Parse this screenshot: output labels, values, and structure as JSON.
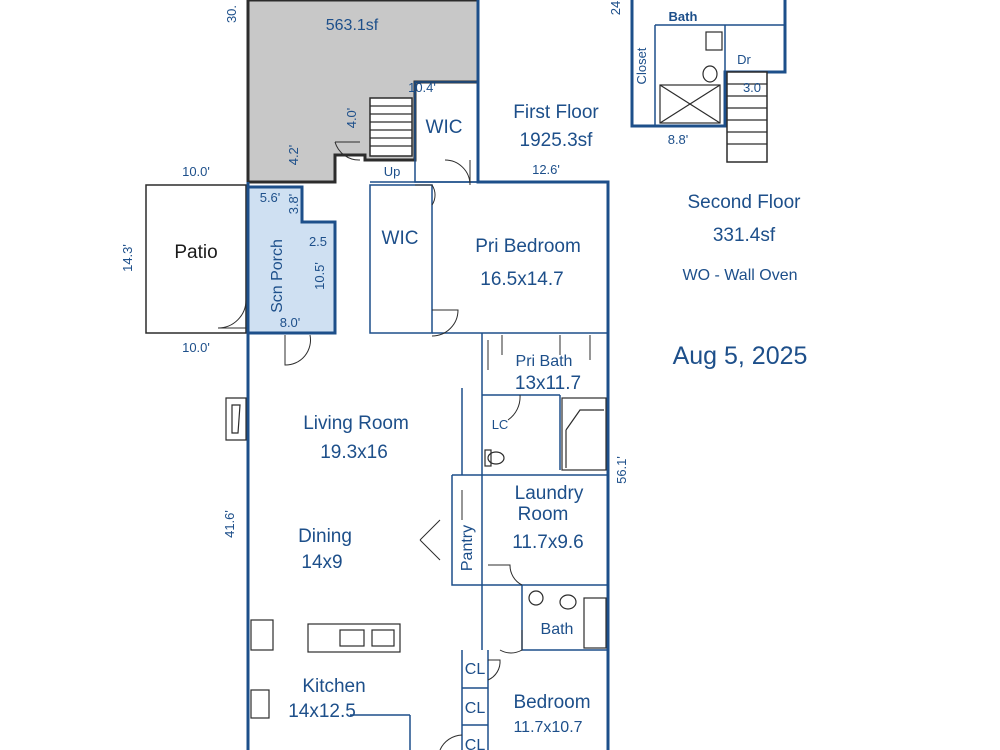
{
  "floors": {
    "first_floor": {
      "name": "First Floor",
      "area": "1925.3sf"
    },
    "second_floor": {
      "name": "Second Floor",
      "area": "331.4sf"
    }
  },
  "legend": {
    "wall_oven": "WO - Wall Oven"
  },
  "date": "Aug 5, 2025",
  "garage": {
    "area": "563.1sf"
  },
  "rooms": {
    "patio": {
      "name": "Patio"
    },
    "screen_porch": {
      "name": "Scn Porch"
    },
    "wic_1": {
      "name": "WIC"
    },
    "wic_2": {
      "name": "WIC"
    },
    "primary_bedroom": {
      "name": "Pri Bedroom",
      "dims": "16.5x14.7"
    },
    "primary_bath": {
      "name": "Pri Bath",
      "dims": "13x11.7"
    },
    "living_room": {
      "name": "Living Room",
      "dims": "19.3x16"
    },
    "dining": {
      "name": "Dining",
      "dims": "14x9"
    },
    "laundry": {
      "name_line1": "Laundry",
      "name_line2": "Room",
      "dims": "11.7x9.6"
    },
    "pantry": {
      "name": "Pantry"
    },
    "linen_closet": {
      "name": "LC"
    },
    "bath": {
      "name": "Bath"
    },
    "kitchen": {
      "name": "Kitchen",
      "dims": "14x12.5"
    },
    "bedroom": {
      "name": "Bedroom",
      "dims": "11.7x10.7"
    },
    "closet_1": {
      "name": "CL"
    },
    "closet_2": {
      "name": "CL"
    },
    "closet_3": {
      "name": "CL"
    },
    "stairs_label": {
      "name": "Up"
    },
    "upstairs_bath": {
      "name": "Bath"
    },
    "upstairs_closet": {
      "name": "Closet"
    },
    "upstairs_dr": {
      "name": "Dr"
    }
  },
  "dimensions": {
    "garage_side": "30.",
    "garage_top_right": "10.4'",
    "garage_stair": "4.0'",
    "garage_notch": "4.2'",
    "patio_top": "10.0'",
    "patio_bottom": "10.0'",
    "patio_side": "14.3'",
    "porch_top": "5.6'",
    "porch_small": "3.8'",
    "porch_mid": "2.5",
    "porch_side": "10.5'",
    "porch_bottom": "8.0'",
    "bedroom_top": "12.6'",
    "left_side": "41.6'",
    "right_side": "56.1'",
    "second_floor_top": "24",
    "second_floor_bottom": "8.8'",
    "second_floor_small": "3.0"
  }
}
